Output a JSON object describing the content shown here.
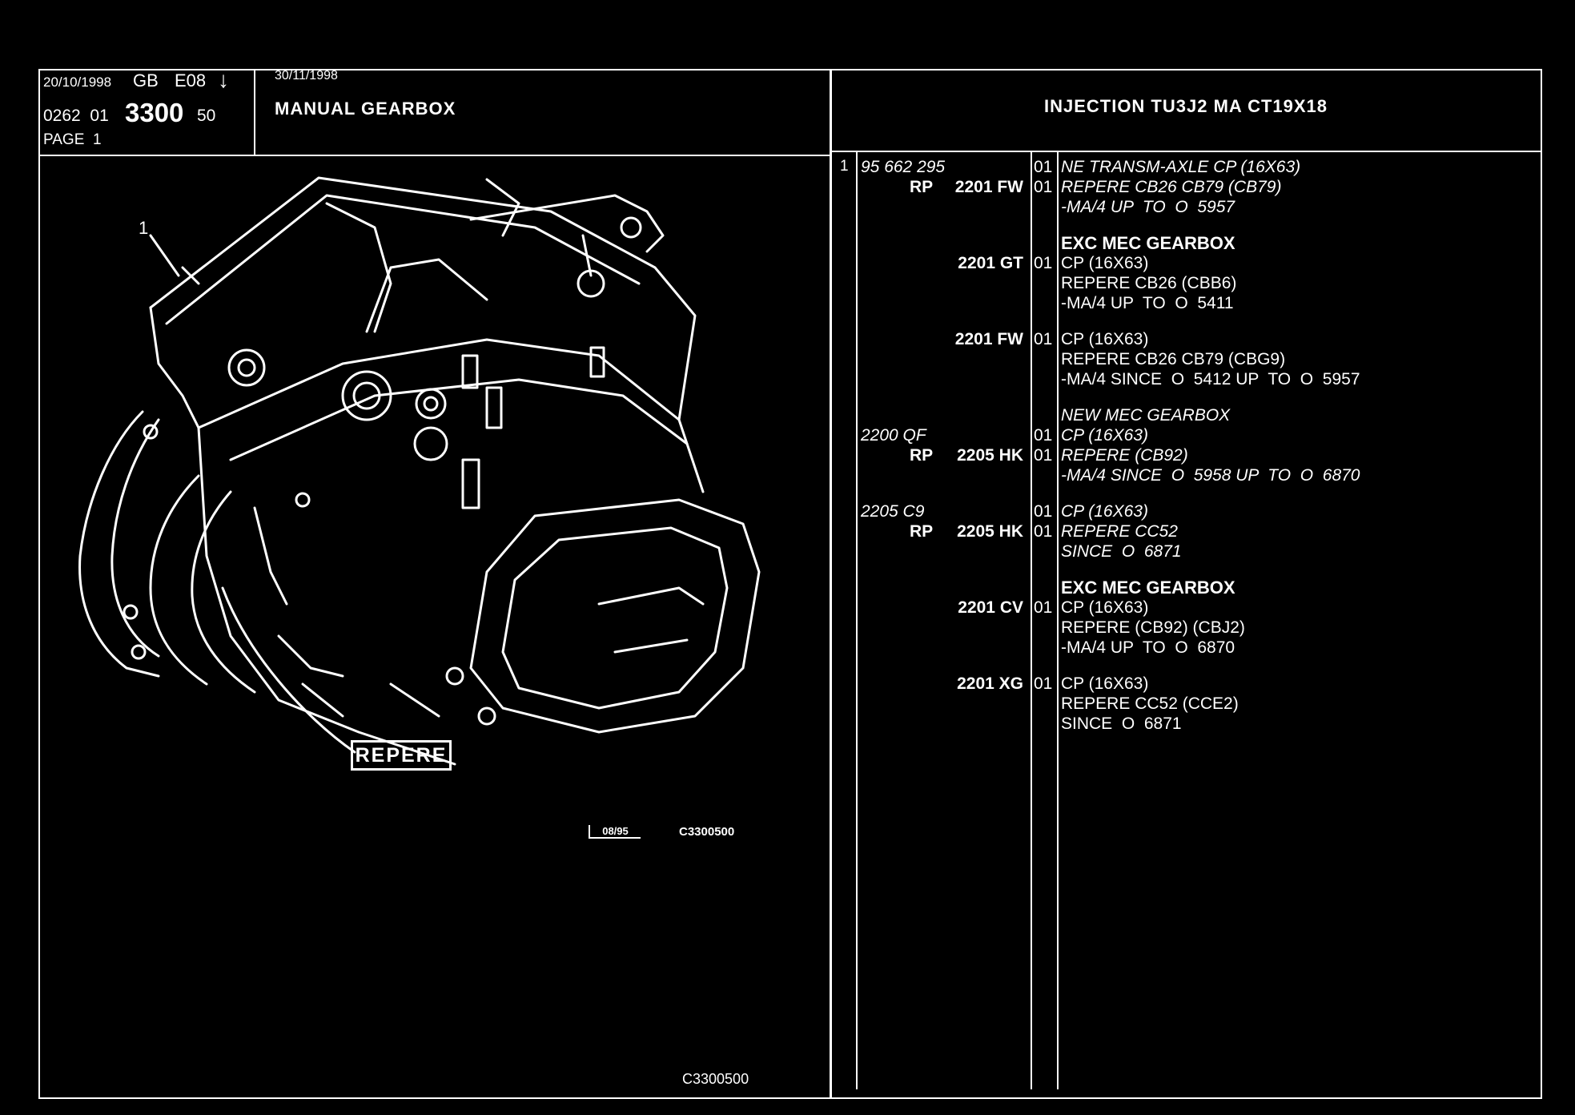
{
  "header": {
    "date_issue": "20/10/1998",
    "lang": "GB",
    "edition": "E08",
    "arrow": "↓",
    "ref_prefix": "0262  01",
    "ref_main": "3300",
    "ref_suffix": "50",
    "page": "PAGE  1",
    "date_update": "30/11/1998",
    "section_title": "MANUAL GEARBOX",
    "vehicle": "INJECTION TU3J2 MA CT19X18"
  },
  "illustration": {
    "callout_number": "1",
    "repere_label": "REPERE",
    "stamp_date": "08/95",
    "stamp_code": "C3300500",
    "footer_code": "C3300500"
  },
  "parts": [
    {
      "item": "1",
      "rp": "",
      "ref": "95 662 295",
      "ref_italic": true,
      "qty": "01",
      "lines": [
        "NE TRANSM-AXLE CP (16X63)"
      ],
      "italic": true,
      "bold": false
    },
    {
      "item": "",
      "rp": "RP",
      "ref": "2201 FW",
      "ref_italic": false,
      "qty": "01",
      "lines": [
        "REPERE CB26 CB79 (CB79)",
        "-MA/4 UP  TO  O  5957"
      ],
      "italic": true,
      "bold": false
    },
    {
      "item": "",
      "rp": "",
      "ref": "",
      "ref_italic": false,
      "qty": "",
      "lines": [
        "EXC MEC GEARBOX"
      ],
      "italic": false,
      "bold": true
    },
    {
      "item": "",
      "rp": "",
      "ref": "2201 GT",
      "ref_italic": false,
      "qty": "01",
      "lines": [
        "CP (16X63)",
        "REPERE CB26 (CBB6)",
        "-MA/4 UP  TO  O  5411"
      ],
      "italic": false,
      "bold": false
    },
    {
      "item": "",
      "rp": "",
      "ref": "2201 FW",
      "ref_italic": false,
      "qty": "01",
      "lines": [
        "CP (16X63)",
        "REPERE CB26 CB79 (CBG9)",
        "-MA/4 SINCE  O  5412 UP  TO  O  5957"
      ],
      "italic": false,
      "bold": false
    },
    {
      "item": "",
      "rp": "",
      "ref": "",
      "ref_italic": false,
      "qty": "",
      "lines": [
        "NEW MEC GEARBOX"
      ],
      "italic": true,
      "bold": false
    },
    {
      "item": "",
      "rp": "",
      "ref": "2200 QF",
      "ref_italic": true,
      "qty": "01",
      "lines": [
        "CP (16X63)"
      ],
      "italic": true,
      "bold": false
    },
    {
      "item": "",
      "rp": "RP",
      "ref": "2205 HK",
      "ref_italic": false,
      "qty": "01",
      "lines": [
        "REPERE (CB92)",
        "-MA/4 SINCE  O  5958 UP  TO  O  6870"
      ],
      "italic": true,
      "bold": false
    },
    {
      "item": "",
      "rp": "",
      "ref": "2205 C9",
      "ref_italic": true,
      "qty": "01",
      "lines": [
        "CP (16X63)"
      ],
      "italic": true,
      "bold": false
    },
    {
      "item": "",
      "rp": "RP",
      "ref": "2205 HK",
      "ref_italic": false,
      "qty": "01",
      "lines": [
        "REPERE CC52",
        "SINCE  O  6871"
      ],
      "italic": true,
      "bold": false
    },
    {
      "item": "",
      "rp": "",
      "ref": "",
      "ref_italic": false,
      "qty": "",
      "lines": [
        "EXC MEC GEARBOX"
      ],
      "italic": false,
      "bold": true
    },
    {
      "item": "",
      "rp": "",
      "ref": "2201 CV",
      "ref_italic": false,
      "qty": "01",
      "lines": [
        "CP (16X63)",
        "REPERE (CB92) (CBJ2)",
        "-MA/4 UP  TO  O  6870"
      ],
      "italic": false,
      "bold": false
    },
    {
      "item": "",
      "rp": "",
      "ref": "2201 XG",
      "ref_italic": false,
      "qty": "01",
      "lines": [
        "CP (16X63)",
        "REPERE CC52 (CCE2)",
        "SINCE  O  6871"
      ],
      "italic": false,
      "bold": false
    }
  ]
}
